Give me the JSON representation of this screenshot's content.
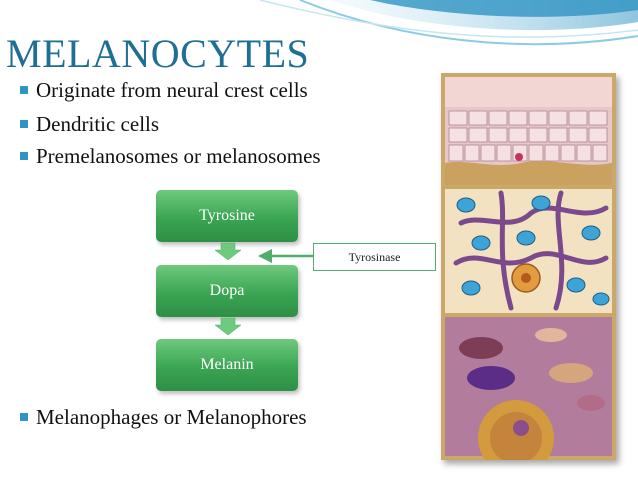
{
  "slide": {
    "title": "MELANOCYTES",
    "bullets": [
      "Originate from neural crest cells",
      "Dendritic cells",
      "Premelanosomes or melanosomes",
      "Melanophages or Melanophores"
    ]
  },
  "flowchart": {
    "steps": [
      "Tyrosine",
      "Dopa",
      "Melanin"
    ],
    "enzyme_label": "Tyrosinase"
  },
  "colors": {
    "title": "#1f6f94",
    "bullet_marker": "#2f93c3",
    "flow_box": "#3aa553",
    "wave": "#2f93c3"
  }
}
